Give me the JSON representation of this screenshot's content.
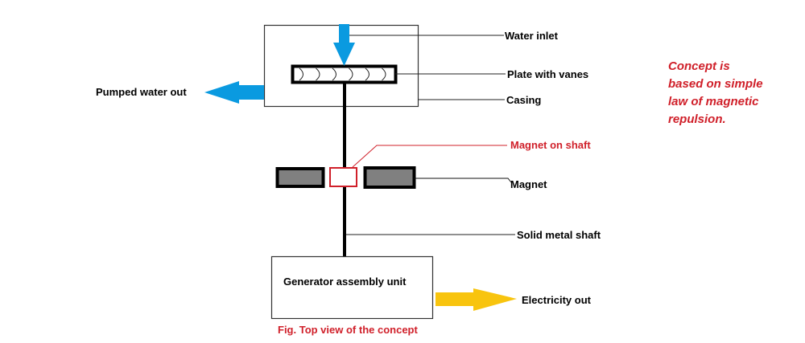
{
  "diagram": {
    "caption": "Fig. Top view of the concept",
    "note_lines": [
      "Concept is",
      "based on simple",
      "law of magnetic",
      "repulsion."
    ],
    "labels": {
      "water_inlet": "Water inlet",
      "plate_with_vanes": "Plate with vanes",
      "casing": "Casing",
      "pumped_water_out": "Pumped water out",
      "magnet_on_shaft": "Magnet on shaft",
      "magnet": "Magnet",
      "solid_metal_shaft": "Solid metal shaft",
      "generator_assembly_unit": "Generator assembly unit",
      "electricity_out": "Electricity out"
    },
    "vane_count": 6,
    "colors": {
      "water_arrow": "#0a9ae0",
      "electricity_arrow": "#f8c40e",
      "accent_red": "#d0202a",
      "magnet_fill": "#808080",
      "outline": "#000000"
    }
  }
}
